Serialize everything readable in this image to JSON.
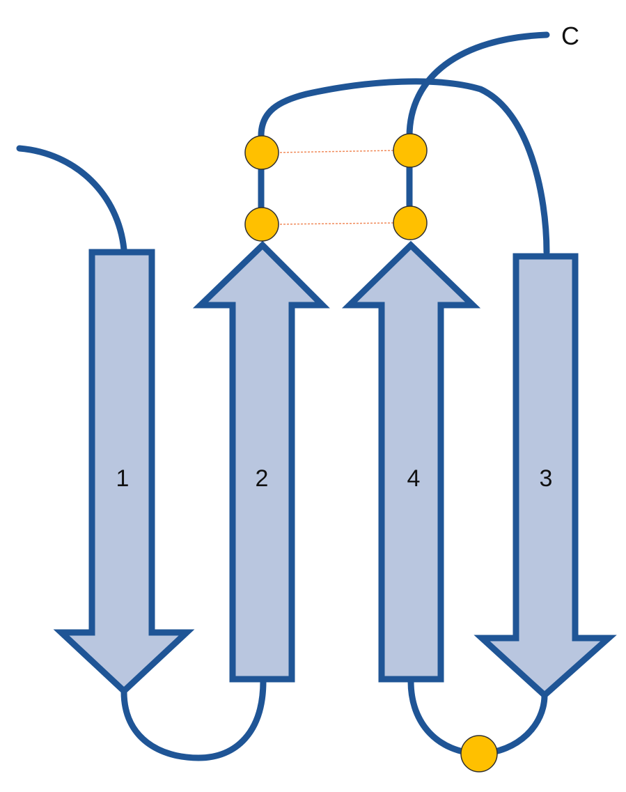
{
  "diagram": {
    "strands": [
      {
        "id": "strand-1",
        "label": "1",
        "direction": "down"
      },
      {
        "id": "strand-2",
        "label": "2",
        "direction": "up"
      },
      {
        "id": "strand-4",
        "label": "4",
        "direction": "up"
      },
      {
        "id": "strand-3",
        "label": "3",
        "direction": "down"
      }
    ],
    "c_terminus_label": "C",
    "colors": {
      "strand_fill": "#b9c6df",
      "strand_outline": "#1f5596",
      "residue": "#ffc000",
      "hydrogen_bond": "#f08a5a"
    }
  }
}
